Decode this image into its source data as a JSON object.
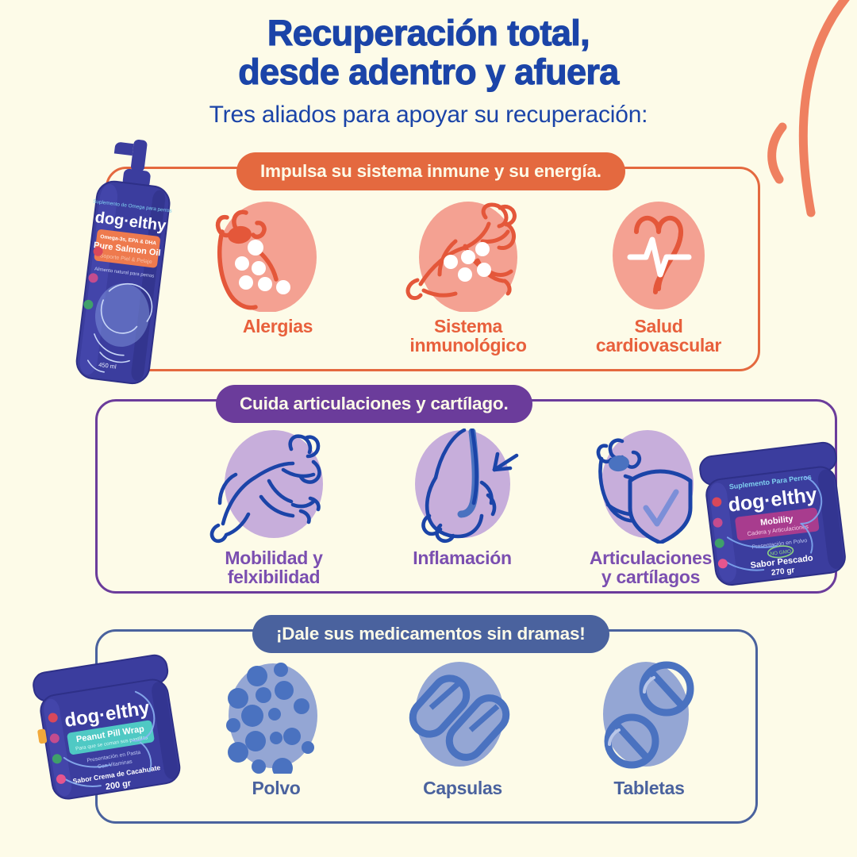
{
  "meta": {
    "background_color": "#FDFBE8",
    "brand": "dog·elthy"
  },
  "header": {
    "title_line1": "Recuperación total,",
    "title_line2": "desde adentro y afuera",
    "subtitle": "Tres aliados para apoyar su recuperación:",
    "title_color": "#1B44A8"
  },
  "sections": [
    {
      "id": "inmune",
      "badge": "Impulsa su sistema inmune y su energía.",
      "accent": "#E4693F",
      "label_color": "#E8603C",
      "blob_color": "#F4A192",
      "items": [
        {
          "label_line1": "Alergias",
          "label_line2": "",
          "icon": "dog-allergy-icon"
        },
        {
          "label_line1": "Sistema",
          "label_line2": "inmunológico",
          "icon": "jumping-dog-icon"
        },
        {
          "label_line1": "Salud",
          "label_line2": "cardiovascular",
          "icon": "heart-pulse-icon"
        }
      ],
      "product": {
        "name": "pure-salmon-oil-bottle",
        "brand": "dog·elthy",
        "top_line": "Suplemento de Omega para perros",
        "eyebrow": "Omega-3s, EPA & DHA",
        "title": "Pure Salmon Oil",
        "subtitle": "Soporte Piel & Pelaje",
        "note": "Alimento natural para perros",
        "size": "450 ml"
      }
    },
    {
      "id": "articulaciones",
      "badge": "Cuida articulaciones y cartílago.",
      "accent": "#6B3C9B",
      "label_color": "#7B4FB0",
      "blob_color": "#C7AEDB",
      "items": [
        {
          "label_line1": "Mobilidad y",
          "label_line2": "felxibilidad",
          "icon": "jumping-dog-icon"
        },
        {
          "label_line1": "Inflamación",
          "label_line2": "",
          "icon": "paw-joint-icon"
        },
        {
          "label_line1": "Articulaciones",
          "label_line2": "y cartílagos",
          "icon": "dog-shield-icon"
        }
      ],
      "product": {
        "name": "mobility-jar",
        "brand": "dog·elthy",
        "top_line": "Suplemento Para Perros",
        "title": "Mobility",
        "subtitle": "Cadera y Articulaciones",
        "note": "Presentación en Polvo",
        "flavor": "Sabor Pescado",
        "size": "270 gr"
      }
    },
    {
      "id": "medicamentos",
      "badge": "¡Dale sus medicamentos sin dramas!",
      "accent": "#4A629E",
      "label_color": "#4A629E",
      "blob_color": "#94A6D4",
      "items": [
        {
          "label_line1": "Polvo",
          "label_line2": "",
          "icon": "powder-icon"
        },
        {
          "label_line1": "Capsulas",
          "label_line2": "",
          "icon": "capsules-icon"
        },
        {
          "label_line1": "Tabletas",
          "label_line2": "",
          "icon": "tablets-icon"
        }
      ],
      "product": {
        "name": "peanut-pill-wrap-jar",
        "brand": "dog·elthy",
        "title": "Peanut Pill Wrap",
        "subtitle": "Para que se coman sus pastillas",
        "note": "Presentación en Pasta",
        "note2": "Con Vitaminas",
        "flavor": "Sabor Crema de Cacahuate",
        "size": "200 gr"
      }
    }
  ]
}
